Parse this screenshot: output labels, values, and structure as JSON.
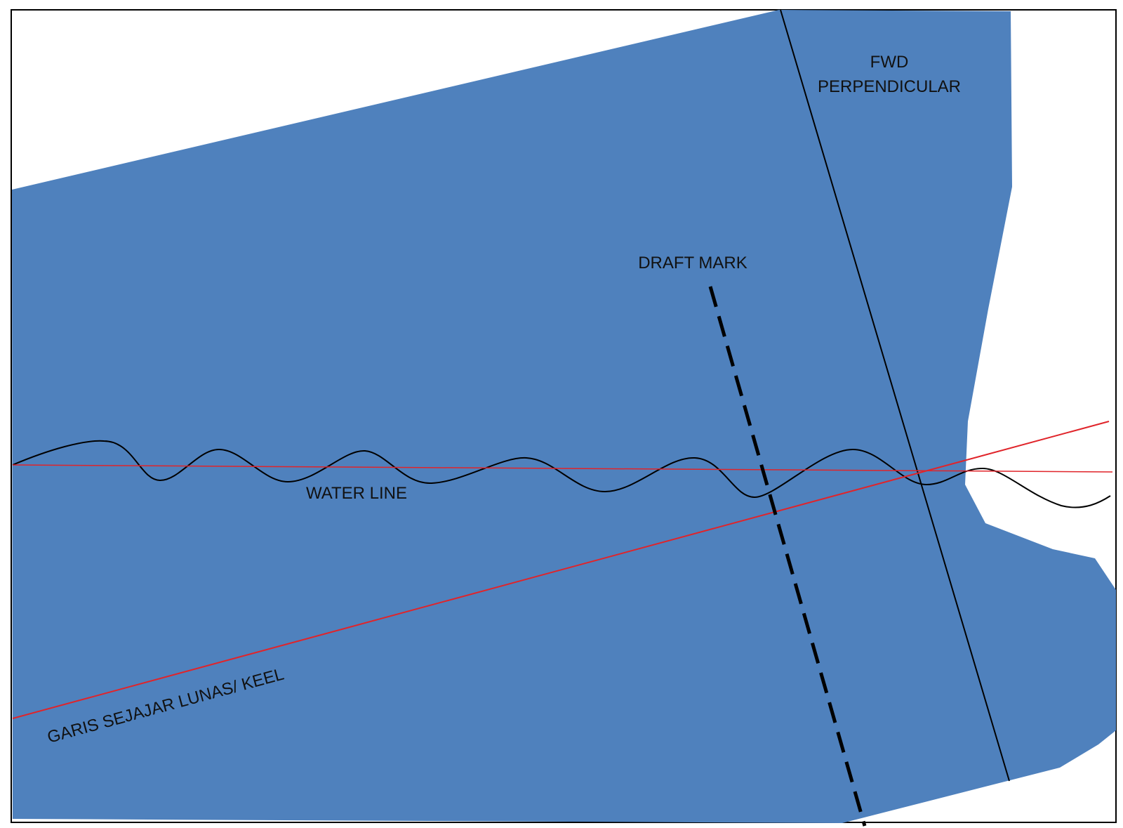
{
  "colors": {
    "hull_fill": "#4F81BD",
    "frame_stroke": "#000000",
    "perpendicular_stroke": "#000000",
    "draft_mark_stroke": "#000000",
    "water_line_stroke": "#000000",
    "reference_line_stroke": "#E0242A",
    "label_color": "#111111"
  },
  "labels": {
    "fwd_perpendicular_line1": "FWD",
    "fwd_perpendicular_line2": "PERPENDICULAR",
    "draft_mark": "DRAFT MARK",
    "water_line": "WATER LINE",
    "keel_line": "GARIS SEJAJAR LUNAS/ KEEL"
  }
}
